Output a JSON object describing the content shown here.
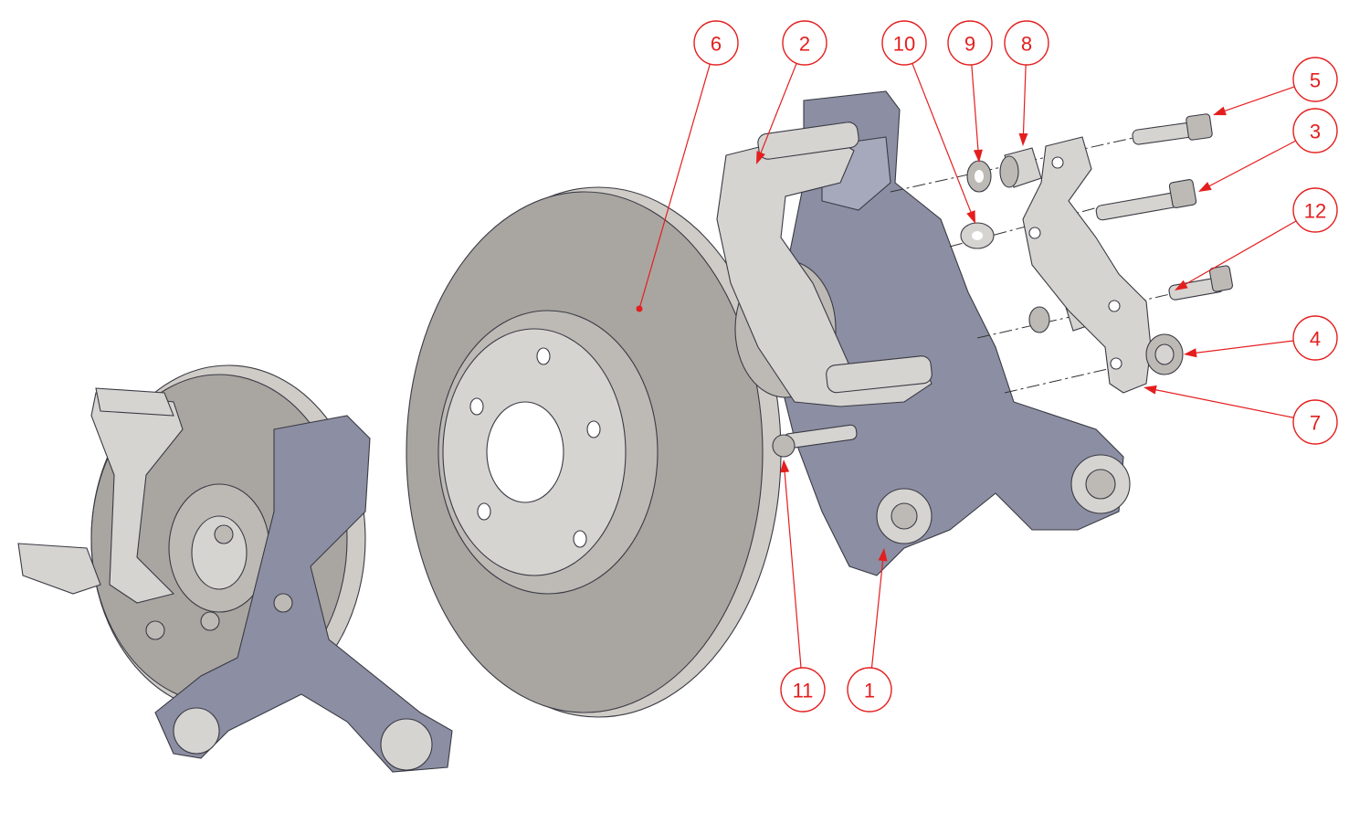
{
  "diagram": {
    "callouts": [
      {
        "id": "6",
        "label": "6"
      },
      {
        "id": "2",
        "label": "2"
      },
      {
        "id": "10",
        "label": "10"
      },
      {
        "id": "9",
        "label": "9"
      },
      {
        "id": "8",
        "label": "8"
      },
      {
        "id": "5",
        "label": "5"
      },
      {
        "id": "3",
        "label": "3"
      },
      {
        "id": "12",
        "label": "12"
      },
      {
        "id": "4",
        "label": "4"
      },
      {
        "id": "7",
        "label": "7"
      },
      {
        "id": "11",
        "label": "11"
      },
      {
        "id": "1",
        "label": "1"
      }
    ],
    "colors": {
      "callout": "#e41e1e",
      "rotor": "#a9a6a2",
      "knuckle": "#8c8fa3",
      "bracket": "#d6d4d1"
    }
  }
}
